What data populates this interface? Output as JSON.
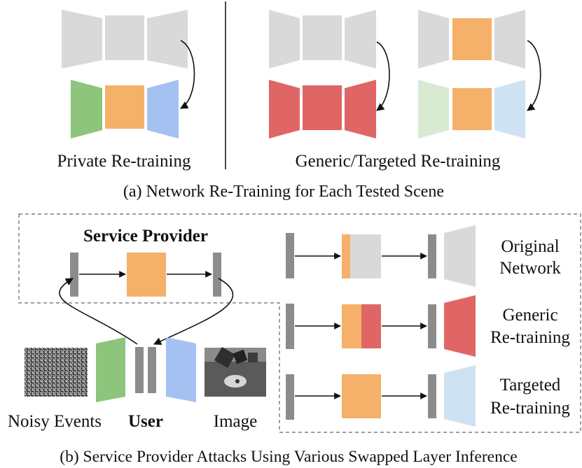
{
  "part_a": {
    "caption": "(a) Network Re-Training for Each Tested Scene",
    "private_label": "Private Re-training",
    "generic_targeted_label": "Generic/Targeted Re-training"
  },
  "part_b": {
    "caption": "(b) Service Provider Attacks Using Various Swapped Layer Inference",
    "service_provider_label": "Service Provider",
    "user_label": "User",
    "noisy_events_label": "Noisy Events",
    "image_label": "Image",
    "rows": [
      {
        "line1": "Original",
        "line2": "Network"
      },
      {
        "line1": "Generic",
        "line2": "Re-training"
      },
      {
        "line1": "Targeted",
        "line2": "Re-training"
      }
    ]
  },
  "colors": {
    "gray": "#d9d9d9",
    "dark_gray": "#8c8c8c",
    "orange": "#f5b06a",
    "green": "#8cc57b",
    "blue": "#a4c1f2",
    "red": "#e06666",
    "light_green": "#d9ead3",
    "light_blue": "#cfe2f3",
    "line": "#111111",
    "dash": "#666666"
  }
}
